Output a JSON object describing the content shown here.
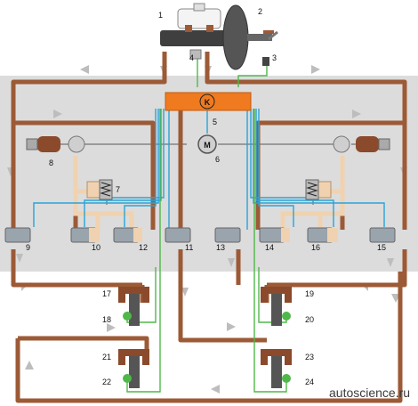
{
  "labels": {
    "l1": "1",
    "l2": "2",
    "l3": "3",
    "l4": "4",
    "l5": "5",
    "l6": "6",
    "l7": "7",
    "l8": "8",
    "l9": "9",
    "l10": "10",
    "l11": "11",
    "l12": "12",
    "l13": "13",
    "l14": "14",
    "l15": "15",
    "l16": "16",
    "l17": "17",
    "l18": "18",
    "l19": "19",
    "l20": "20",
    "l21": "21",
    "l22": "22",
    "l23": "23",
    "l24": "24"
  },
  "ecu_symbol": "K",
  "motor_symbol": "M",
  "watermark": "autoscience.ru",
  "colors": {
    "pipe": "#9c5a36",
    "ecu": "#f07a1f",
    "panel": "#dcdcdc",
    "signal": "#2aa3d6",
    "sensor": "#4fb849"
  }
}
